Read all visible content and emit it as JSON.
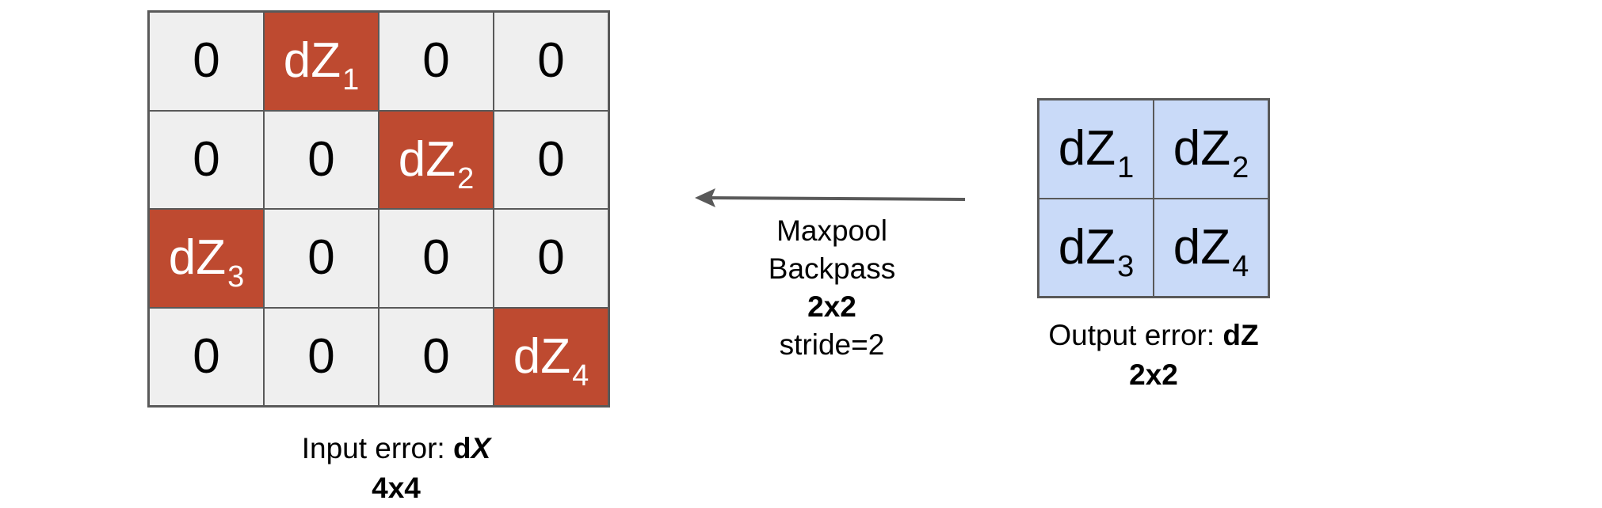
{
  "input_grid": {
    "cells": [
      [
        {
          "t": "0"
        },
        {
          "t": "dZ",
          "s": "1"
        },
        {
          "t": "0"
        },
        {
          "t": "0"
        }
      ],
      [
        {
          "t": "0"
        },
        {
          "t": "0"
        },
        {
          "t": "dZ",
          "s": "2"
        },
        {
          "t": "0"
        }
      ],
      [
        {
          "t": "dZ",
          "s": "3"
        },
        {
          "t": "0"
        },
        {
          "t": "0"
        },
        {
          "t": "0"
        }
      ],
      [
        {
          "t": "0"
        },
        {
          "t": "0"
        },
        {
          "t": "0"
        },
        {
          "t": "dZ",
          "s": "4"
        }
      ]
    ],
    "caption_prefix": "Input error: ",
    "caption_var_d": "d",
    "caption_var": "X",
    "caption_size": "4x4"
  },
  "output_grid": {
    "cells": [
      [
        {
          "t": "dZ",
          "s": "1"
        },
        {
          "t": "dZ",
          "s": "2"
        }
      ],
      [
        {
          "t": "dZ",
          "s": "3"
        },
        {
          "t": "dZ",
          "s": "4"
        }
      ]
    ],
    "caption_prefix": "Output error: ",
    "caption_var": "dZ",
    "caption_size": "2x2"
  },
  "operation": {
    "line1": "Maxpool",
    "line2": "Backpass",
    "size": "2x2",
    "stride": "stride=2"
  },
  "colors": {
    "highlight": "#be4a30",
    "zero_cell": "#efefef",
    "output_cell": "#c9daf8",
    "arrow": "#595959"
  }
}
